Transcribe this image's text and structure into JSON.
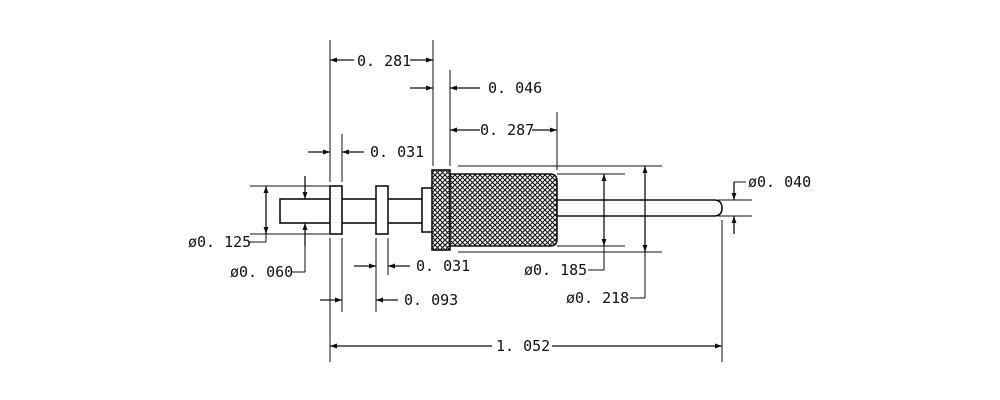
{
  "dimensions": {
    "d_0281": "0. 281",
    "d_0046": "0. 046",
    "d_0287": "0. 287",
    "d_0031_top": "0. 031",
    "d_dia0040": "ø0. 040",
    "d_dia0125": "ø0. 125",
    "d_dia0060": "ø0. 060",
    "d_0031_bottom": "0. 031",
    "d_dia0185": "ø0. 185",
    "d_0093": "0. 093",
    "d_dia0218": "ø0. 218",
    "d_1052": "1. 052"
  },
  "colors": {
    "ink": "#111111",
    "paper": "#ffffff"
  }
}
